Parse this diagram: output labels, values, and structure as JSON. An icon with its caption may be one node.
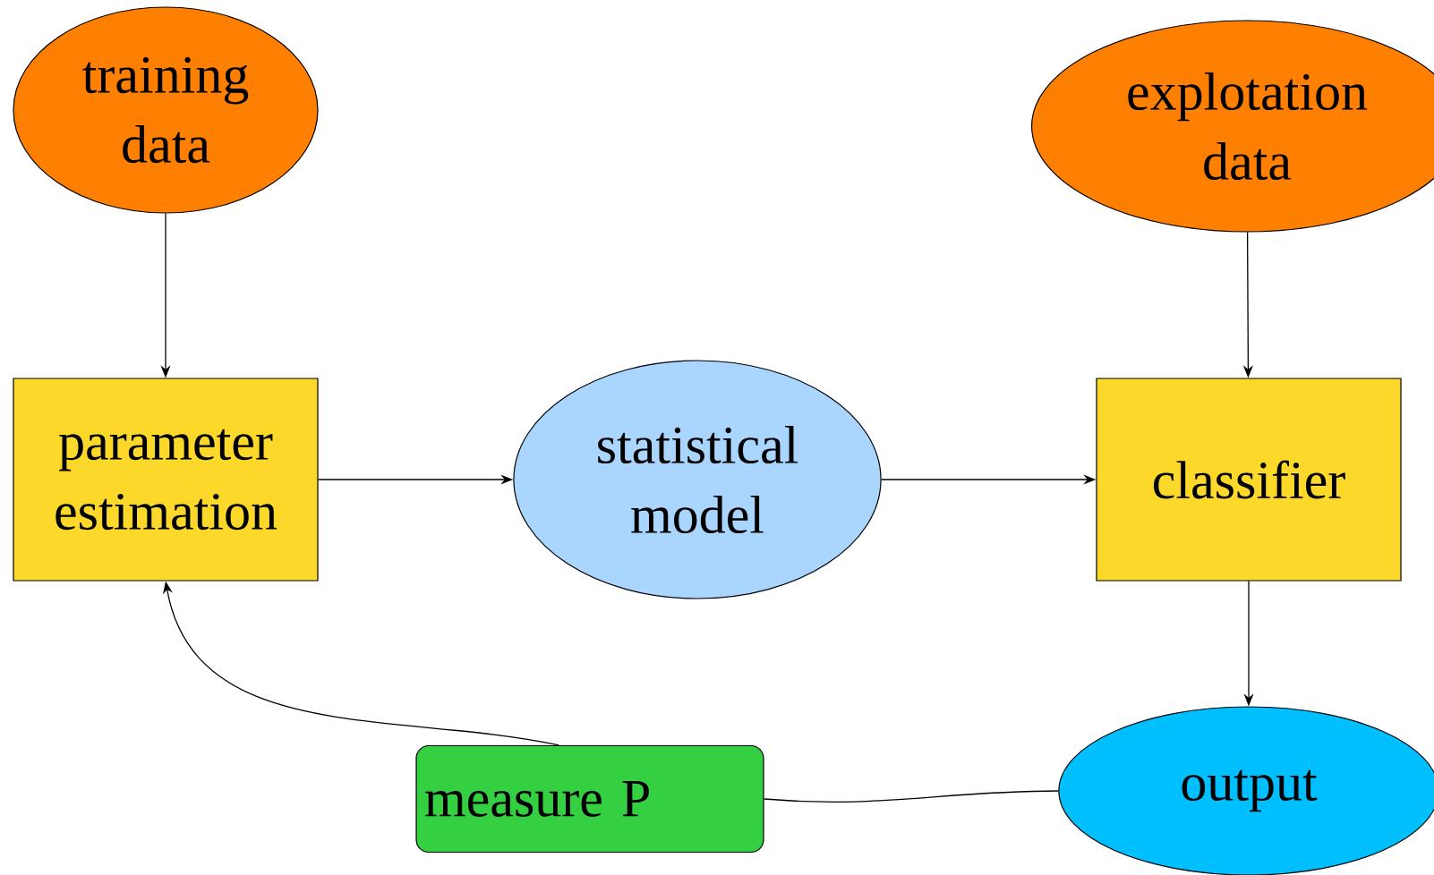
{
  "diagram": {
    "nodes": [
      {
        "text": [
          "training data"
        ]
      },
      {
        "text": [
          "explotation data"
        ]
      },
      {
        "text": [
          "parameter estimation"
        ]
      },
      {
        "text": [
          "statistical model"
        ]
      },
      {
        "text": [
          "classifier"
        ]
      },
      {
        "text": [
          "measure P"
        ]
      },
      {
        "text": [
          "output"
        ]
      }
    ],
    "edges": [
      {
        "from": 0,
        "to": 2,
        "arrow": "to"
      },
      {
        "from": 2,
        "to": 3,
        "arrow": "to"
      },
      {
        "from": 3,
        "to": 4,
        "arrow": "to"
      },
      {
        "from": 1,
        "to": 4,
        "arrow": "to"
      },
      {
        "from": 4,
        "to": 6,
        "arrow": "to"
      },
      {
        "from": 6,
        "to": 5,
        "arrow": "none"
      },
      {
        "from": 5,
        "to": 2,
        "arrow": "to"
      }
    ]
  }
}
